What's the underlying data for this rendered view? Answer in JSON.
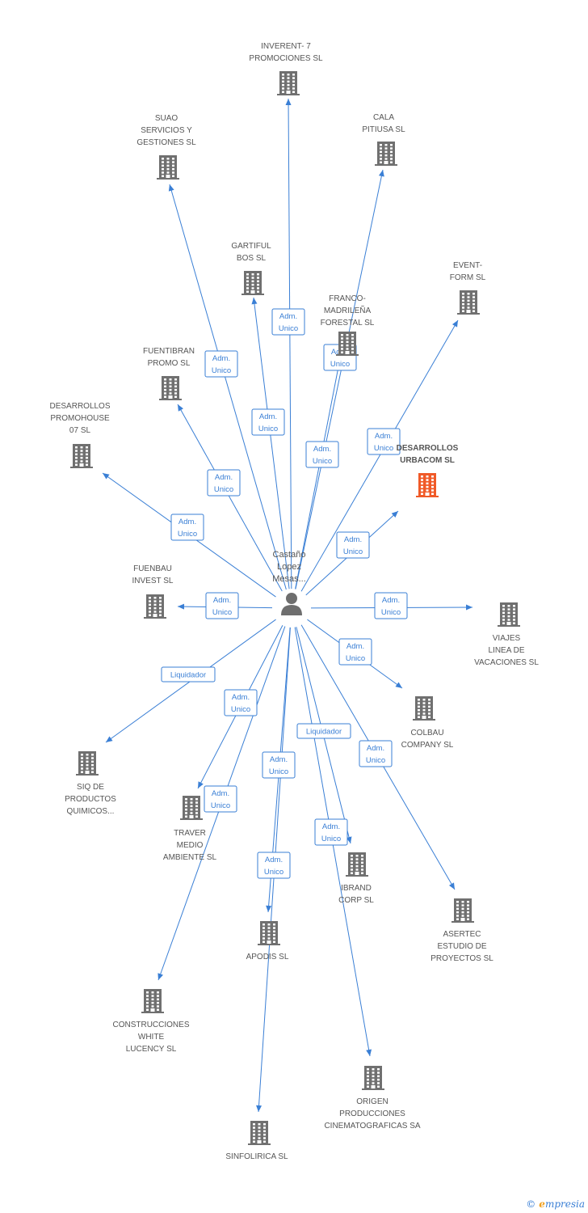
{
  "center": {
    "label_lines": [
      "Castaño",
      "Lopez",
      "Mesas..."
    ]
  },
  "companies": [
    {
      "id": "inverent",
      "lines": [
        "INVERENT- 7",
        "PROMOCIONES SL"
      ]
    },
    {
      "id": "suao",
      "lines": [
        "SUAO",
        "SERVICIOS Y",
        "GESTIONES SL"
      ]
    },
    {
      "id": "cala",
      "lines": [
        "CALA",
        "PITIUSA SL"
      ]
    },
    {
      "id": "gartiful",
      "lines": [
        "GARTIFUL",
        "BOS  SL"
      ]
    },
    {
      "id": "event",
      "lines": [
        "EVENT-",
        "FORM SL"
      ]
    },
    {
      "id": "franco",
      "lines": [
        "FRANCO-",
        "MADRILEÑA",
        "FORESTAL SL"
      ]
    },
    {
      "id": "fuentibran",
      "lines": [
        "FUENTIBRAN",
        "PROMO SL"
      ]
    },
    {
      "id": "promohouse",
      "lines": [
        "DESARROLLOS",
        "PROMOHOUSE",
        "07 SL"
      ]
    },
    {
      "id": "urbacom",
      "lines": [
        "DESARROLLOS",
        "URBACOM SL"
      ],
      "highlight": true
    },
    {
      "id": "fuenbau",
      "lines": [
        "FUENBAU",
        "INVEST SL"
      ]
    },
    {
      "id": "viajes",
      "lines": [
        "VIAJES",
        "LINEA DE",
        "VACACIONES SL"
      ]
    },
    {
      "id": "colbau",
      "lines": [
        "COLBAU",
        "COMPANY SL"
      ]
    },
    {
      "id": "siq",
      "lines": [
        "SIQ DE",
        "PRODUCTOS",
        "QUIMICOS..."
      ]
    },
    {
      "id": "traver",
      "lines": [
        "TRAVER",
        "MEDIO",
        "AMBIENTE SL"
      ]
    },
    {
      "id": "ibrand",
      "lines": [
        "IBRAND",
        "CORP SL"
      ]
    },
    {
      "id": "asertec",
      "lines": [
        "ASERTEC",
        "ESTUDIO DE",
        "PROYECTOS SL"
      ]
    },
    {
      "id": "apodis",
      "lines": [
        "APODIS SL"
      ]
    },
    {
      "id": "construcciones",
      "lines": [
        "CONSTRUCCIONES",
        "WHITE",
        "LUCENCY SL"
      ]
    },
    {
      "id": "origen",
      "lines": [
        "ORIGEN",
        "PRODUCCIONES",
        "CINEMATOGRAFICAS SA"
      ]
    },
    {
      "id": "sinfolirica",
      "lines": [
        "SINFOLIRICA SL"
      ]
    }
  ],
  "relations": [
    {
      "target": "inverent",
      "role": [
        "Adm.",
        "Unico"
      ]
    },
    {
      "target": "suao",
      "role": [
        "Adm.",
        "Unico"
      ]
    },
    {
      "target": "cala",
      "role": [
        "Adm.",
        "Unico"
      ]
    },
    {
      "target": "gartiful",
      "role": [
        "Adm.",
        "Unico"
      ]
    },
    {
      "target": "event",
      "role": [
        "Adm.",
        "Unico"
      ]
    },
    {
      "target": "franco",
      "role": [
        "Adm.",
        "Unico"
      ]
    },
    {
      "target": "fuentibran",
      "role": [
        "Adm.",
        "Unico"
      ]
    },
    {
      "target": "promohouse",
      "role": [
        "Adm.",
        "Unico"
      ]
    },
    {
      "target": "urbacom",
      "role": [
        "Adm.",
        "Unico"
      ]
    },
    {
      "target": "fuenbau",
      "role": [
        "Adm.",
        "Unico"
      ]
    },
    {
      "target": "viajes",
      "role": [
        "Adm.",
        "Unico"
      ]
    },
    {
      "target": "colbau",
      "role": [
        "Adm.",
        "Unico"
      ]
    },
    {
      "target": "siq",
      "role": [
        "Liquidador"
      ]
    },
    {
      "target": "traver",
      "role": [
        "Adm.",
        "Unico"
      ]
    },
    {
      "target": "ibrand",
      "role": [
        "Liquidador"
      ]
    },
    {
      "target": "asertec",
      "role": [
        "Adm.",
        "Unico"
      ]
    },
    {
      "target": "apodis",
      "role": [
        "Adm.",
        "Unico"
      ]
    },
    {
      "target": "construcciones",
      "role": [
        "Adm.",
        "Unico"
      ]
    },
    {
      "target": "origen",
      "role": [
        "Adm.",
        "Unico"
      ]
    },
    {
      "target": "sinfolirica",
      "role": [
        "Adm.",
        "Unico"
      ]
    }
  ],
  "footer": {
    "copyright_symbol": "©",
    "brand_initial": "e",
    "brand_rest": "mpresia"
  }
}
